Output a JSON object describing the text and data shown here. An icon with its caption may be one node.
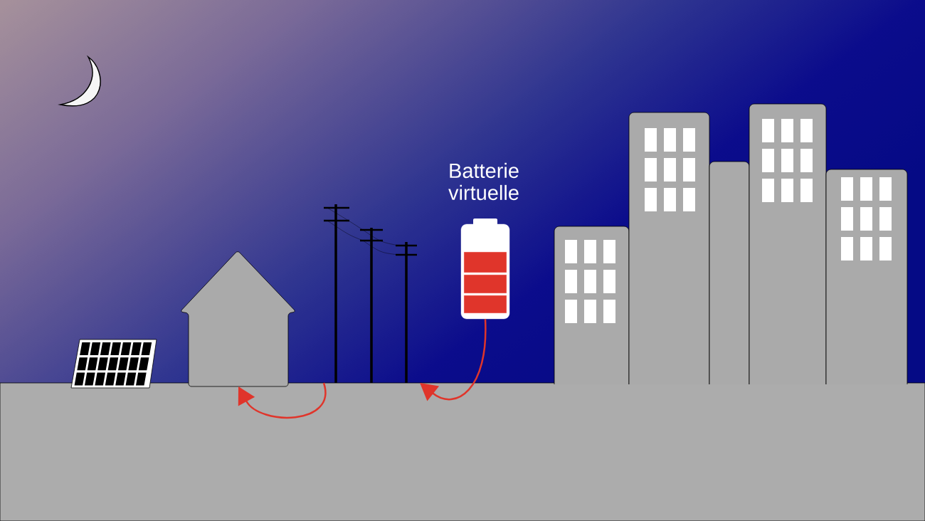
{
  "diagram": {
    "nodes": [
      {
        "text": [],
        "shape": "picture"
      },
      {
        "text": [],
        "shape": "picture"
      },
      {
        "text": [
          "Batterie virtuelle"
        ]
      }
    ],
    "edges": [
      {
        "from": 2,
        "to": 1,
        "arrow": "to"
      },
      {
        "from": 1,
        "to": 0,
        "arrow": "to"
      }
    ]
  }
}
